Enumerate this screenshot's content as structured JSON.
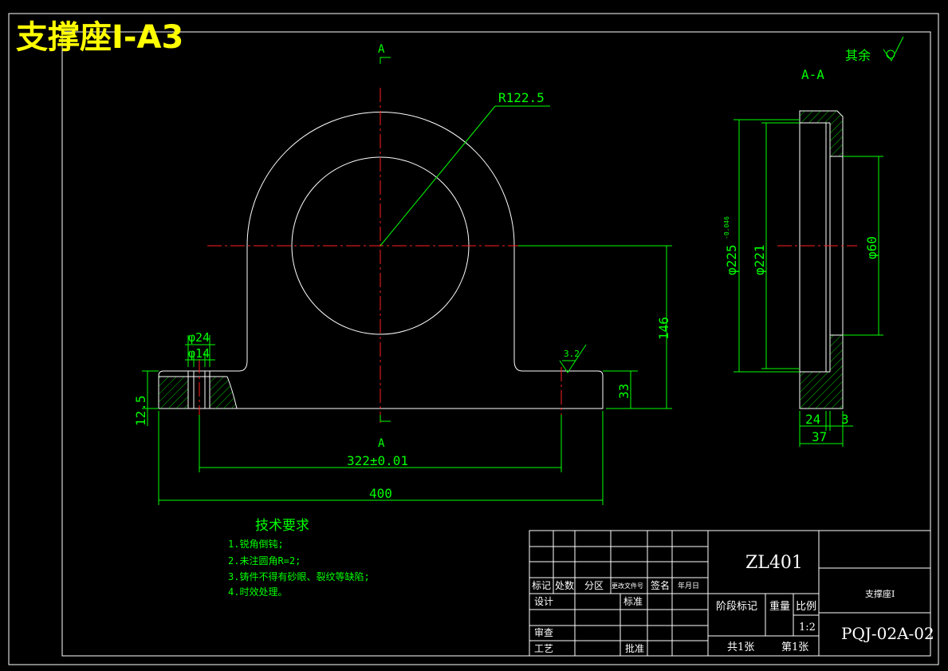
{
  "title": "支撑座I-A3",
  "roughness_note": "其余",
  "section_label": "A-A",
  "cut_marker": "A",
  "dims": {
    "radius": "R122.5",
    "bore_outer": "φ24",
    "bore_inner": "φ14",
    "roughness": "3.2",
    "height": "146",
    "base_height": "33",
    "plate_thickness": "12.5",
    "hole_spacing": "322±0.01",
    "overall_width": "400",
    "sec_d1": "φ225",
    "sec_d1_tol": "-0.046",
    "sec_d2": "φ221",
    "sec_d3": "φ60",
    "sec_w1": "24",
    "sec_w2": "3",
    "sec_w3": "37"
  },
  "tech_req": {
    "heading": "技术要求",
    "items": [
      "1.锐角倒钝;",
      "2.未注圆角R=2;",
      "3.铸件不得有砂眼、裂纹等缺陷;",
      "4.时效处理。"
    ]
  },
  "title_block": {
    "material": "ZL401",
    "part_name": "支撑座I",
    "drawing_no": "PQJ-02A-02",
    "scale": "1:2",
    "sheets": "共1张",
    "sheet_no": "第1张",
    "col_mark": "标记",
    "col_count": "处数",
    "col_zone": "分区",
    "col_docno": "更改文件号",
    "col_sign": "签名",
    "col_date": "年月日",
    "row_design": "设计",
    "row_std": "标准",
    "row_review": "审查",
    "row_process": "工艺",
    "row_approve": "批准",
    "stage_mark": "阶段标记",
    "weight": "重量",
    "ratio": "比例"
  },
  "colors": {
    "background": "#000000",
    "outline": "#ffffff",
    "dimension": "#00ff00",
    "centerline": "#ff2020",
    "title": "#ffff00"
  }
}
